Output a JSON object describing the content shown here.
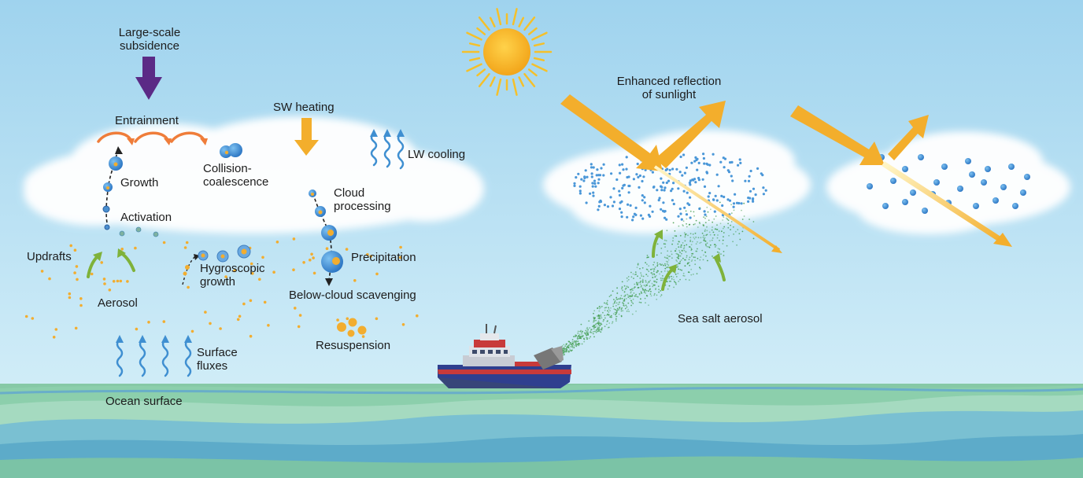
{
  "labels": {
    "large_scale_line1": "Large-scale",
    "large_scale_line2": "subsidence",
    "entrainment": "Entrainment",
    "sw_heating": "SW heating",
    "lw_cooling": "LW cooling",
    "growth": "Growth",
    "collision_line1": "Collision-",
    "collision_line2": "coalescence",
    "activation": "Activation",
    "cloud_processing_line1": "Cloud",
    "cloud_processing_line2": "processing",
    "updrafts": "Updrafts",
    "hygroscopic_line1": "Hygroscopic",
    "hygroscopic_line2": "growth",
    "precipitation": "Precipitation",
    "below_cloud": "Below-cloud scavenging",
    "aerosol": "Aerosol",
    "surface_fluxes_line1": "Surface",
    "surface_fluxes_line2": "fluxes",
    "resuspension": "Resuspension",
    "ocean_surface": "Ocean surface",
    "enhanced_line1": "Enhanced reflection",
    "enhanced_line2": "of sunlight",
    "sea_salt": "Sea salt aerosol"
  },
  "colors": {
    "sky_top": "#9fd3ee",
    "sky_bottom": "#d3eef8",
    "sun": "#f5b21f",
    "sunlight_arrow": "#f3ae2c",
    "subsidence_arrow": "#5b2a86",
    "entrainment_arrow": "#ef7d3a",
    "updraft_arrow": "#7fb23a",
    "flux_arrow": "#3f8fd1",
    "droplet": "#3b8fd6",
    "aerosol": "#f2ad2f",
    "spray": "#3f9b4a",
    "ship_hull": "#2f3f8f",
    "ship_stripe": "#c83a3a",
    "ocean_green": "#7cc39a",
    "ocean_blue": "#6fb8d3"
  },
  "icons": [
    "sun-icon",
    "ship-icon",
    "spray-cannon-icon",
    "cloud-icon"
  ]
}
